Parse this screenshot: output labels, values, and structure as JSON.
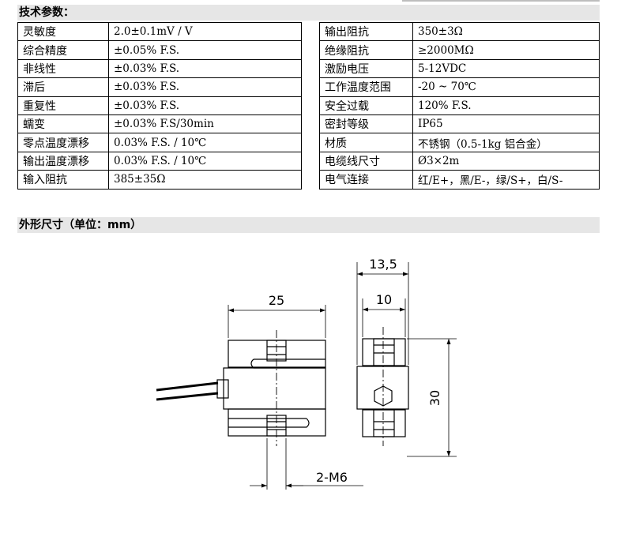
{
  "specs": {
    "title": "技术参数：",
    "left_rows": [
      {
        "label": "灵敏度",
        "value": "2.0±0.1mV / V"
      },
      {
        "label": "综合精度",
        "value": "±0.05% F.S."
      },
      {
        "label": "非线性",
        "value": "±0.03% F.S."
      },
      {
        "label": "滞后",
        "value": "±0.03% F.S."
      },
      {
        "label": "重复性",
        "value": "±0.03% F.S."
      },
      {
        "label": "蠕变",
        "value": "±0.03% F.S/30min"
      },
      {
        "label": "零点温度漂移",
        "value": "0.03% F.S. / 10℃"
      },
      {
        "label": "输出温度漂移",
        "value": "0.03% F.S. / 10℃"
      },
      {
        "label": "输入阻抗",
        "value": "385±35Ω"
      }
    ],
    "right_rows": [
      {
        "label": "输出阻抗",
        "value": "350±3Ω"
      },
      {
        "label": "绝缘阻抗",
        "value": "≥2000MΩ"
      },
      {
        "label": "激励电压",
        "value": "5-12VDC"
      },
      {
        "label": "工作温度范围",
        "value": "-20 ~ 70℃"
      },
      {
        "label": "安全过载",
        "value": "120% F.S."
      },
      {
        "label": "密封等级",
        "value": "IP65"
      },
      {
        "label": "材质",
        "value": "不锈钢（0.5-1kg 铝合金）"
      },
      {
        "label": "电缆线尺寸",
        "value": "Ø3×2m"
      },
      {
        "label": "电气连接",
        "value": "红/E+，黑/E-，绿/S+，白/S-"
      }
    ]
  },
  "dimensions": {
    "title": "外形尺寸（单位：mm）",
    "width_label": "25",
    "depth_label": "13,5",
    "inner_label": "10",
    "height_label": "30",
    "thread_label": "2-M6"
  }
}
